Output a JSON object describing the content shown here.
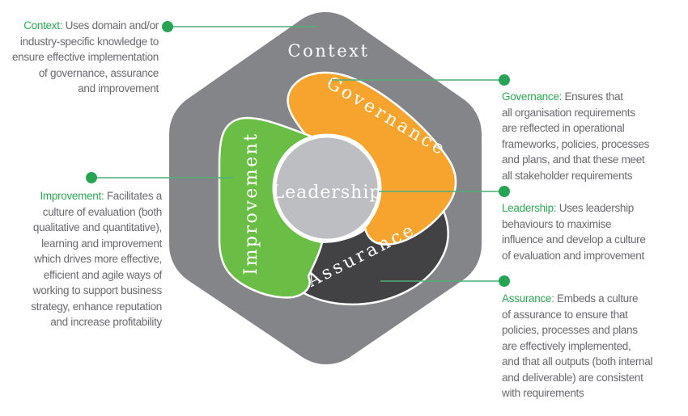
{
  "diagram": {
    "outer_label": "Context",
    "center_label": "Leadership",
    "petal_labels": {
      "governance": "Governance",
      "improvement": "Improvement",
      "assurance": "Assurance"
    }
  },
  "callouts": {
    "context": {
      "label": "Context:",
      "lines": [
        " Uses domain and/or",
        "industry-specific knowledge to",
        "ensure effective implementation",
        "of governance, assurance",
        "and improvement"
      ]
    },
    "governance": {
      "label": "Governance:",
      "lines": [
        " Ensures that",
        "all organisation requirements",
        "are reflected in operational",
        "frameworks, policies, processes",
        "and plans, and that these meet",
        "all stakeholder requirements"
      ]
    },
    "leadership": {
      "label": "Leadership:",
      "lines": [
        " Uses leadership",
        "behaviours to maximise",
        "influence and develop a culture",
        "of evaluation and improvement"
      ]
    },
    "assurance": {
      "label": "Assurance:",
      "lines": [
        " Embeds a culture",
        "of assurance to ensure that",
        "policies, processes and plans",
        "are effectively implemented,",
        "and that all outputs (both internal",
        "and deliverable) are consistent",
        "with requirements"
      ]
    },
    "improvement": {
      "label": "Improvement:",
      "lines": [
        " Facilitates a",
        "culture of evaluation (both",
        "qualitative and quantitative),",
        "learning and improvement",
        "which drives more effective,",
        "efficient and agile ways of",
        "working to support business",
        "strategy, enhance reputation",
        "and increase profitability"
      ]
    }
  },
  "colors": {
    "hexagon_gray": "#838589",
    "governance_orange": "#F6A42D",
    "improvement_green": "#6BBE45",
    "assurance_dark": "#424245",
    "leadership_circle": "#BDBEC1",
    "accent_green": "#2FA556",
    "connector_green": "#4FAF76",
    "body_text_gray": "#696A6E",
    "improvement_text": "#E6F4DC"
  }
}
